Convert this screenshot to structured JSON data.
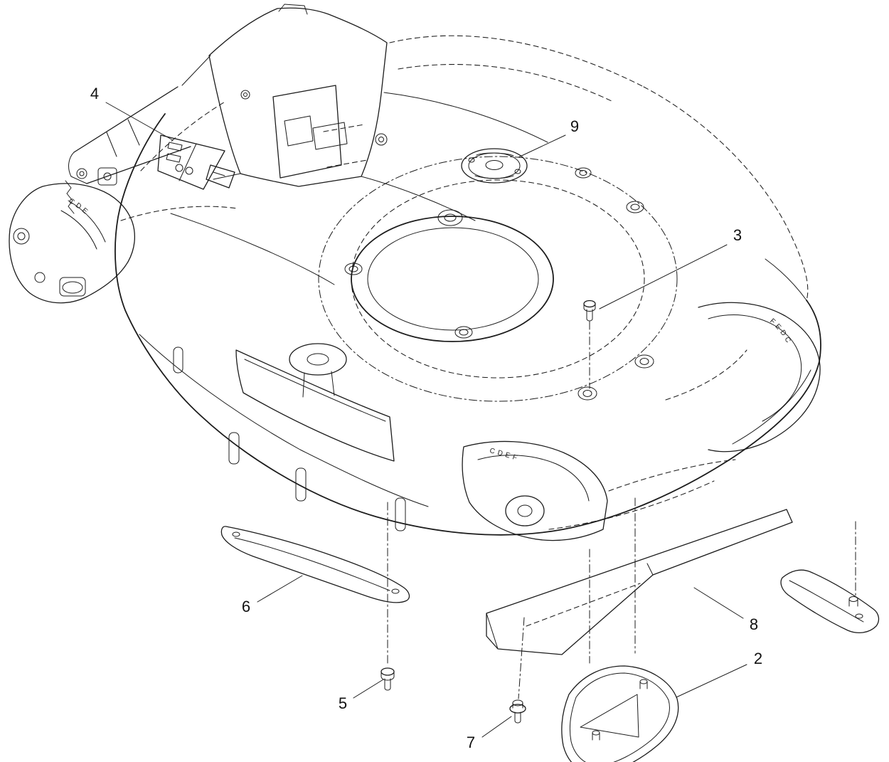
{
  "figure": {
    "type": "exploded-parts-diagram",
    "description": "Line-art exploded parts diagram of a walk-behind mower deck housing with numbered callouts",
    "background_color": "#ffffff",
    "line_color": "#1c1c1c",
    "callouts": [
      {
        "label": "4"
      },
      {
        "label": "9"
      },
      {
        "label": "3"
      },
      {
        "label": "6"
      },
      {
        "label": "5"
      },
      {
        "label": "7"
      },
      {
        "label": "8"
      },
      {
        "label": "2"
      }
    ],
    "markings": {
      "left_bracket_letters": "CDE",
      "right_band_letters": "FEDC",
      "front_band_letters": "CDEF"
    }
  }
}
